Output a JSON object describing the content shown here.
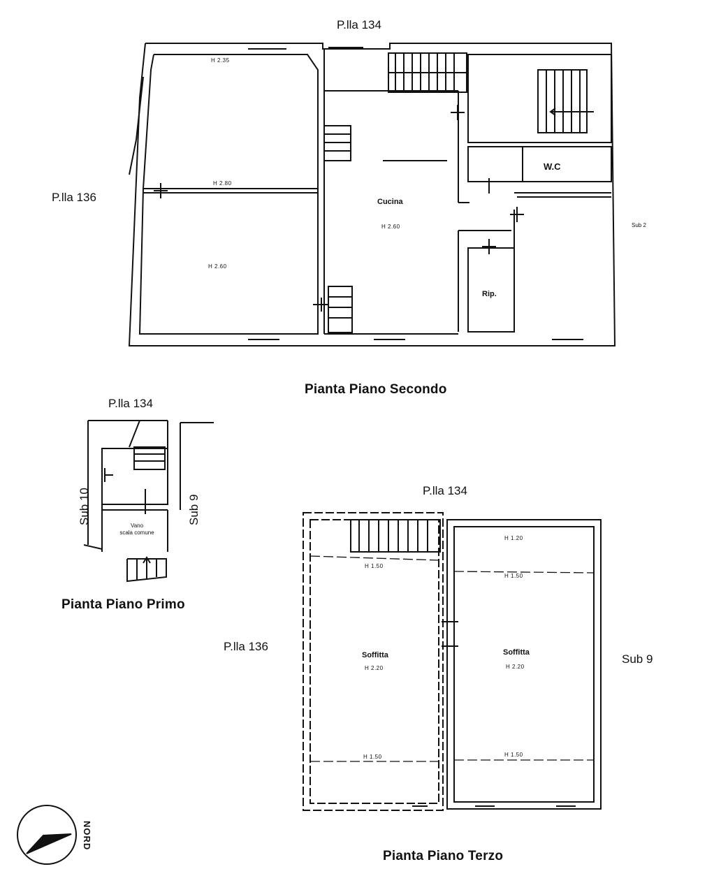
{
  "second_floor": {
    "title": "Pianta Piano Secondo",
    "ref_top": "P.lla 134",
    "ref_left": "P.lla 136",
    "ref_right": "Sub 2",
    "rooms": {
      "top_left_h": "H 2.35",
      "mid_h": "H 2.80",
      "left_lower_h": "H 2.60",
      "kitchen_name": "Cucina",
      "kitchen_h": "H 2.60",
      "wc": "W.C",
      "storage": "Rip."
    }
  },
  "first_floor": {
    "title": "Pianta Piano Primo",
    "ref_top": "P.lla 134",
    "ref_left": "Sub 10",
    "ref_right": "Sub 9",
    "stair_label": "Vano\nscala comune"
  },
  "third_floor": {
    "title": "Pianta Piano Terzo",
    "ref_top": "P.lla 134",
    "ref_left": "P.lla 136",
    "ref_right": "Sub 9",
    "left_room": {
      "name": "Soffitta",
      "h": "H 2.20",
      "h_top": "H 1.50",
      "h_bottom": "H 1.50"
    },
    "right_room": {
      "name": "Soffitta",
      "h": "H 2.20",
      "h_top_max": "H 1.20",
      "h_top": "H 1.50",
      "h_bottom": "H 1.50"
    }
  },
  "north_label": "NORD"
}
